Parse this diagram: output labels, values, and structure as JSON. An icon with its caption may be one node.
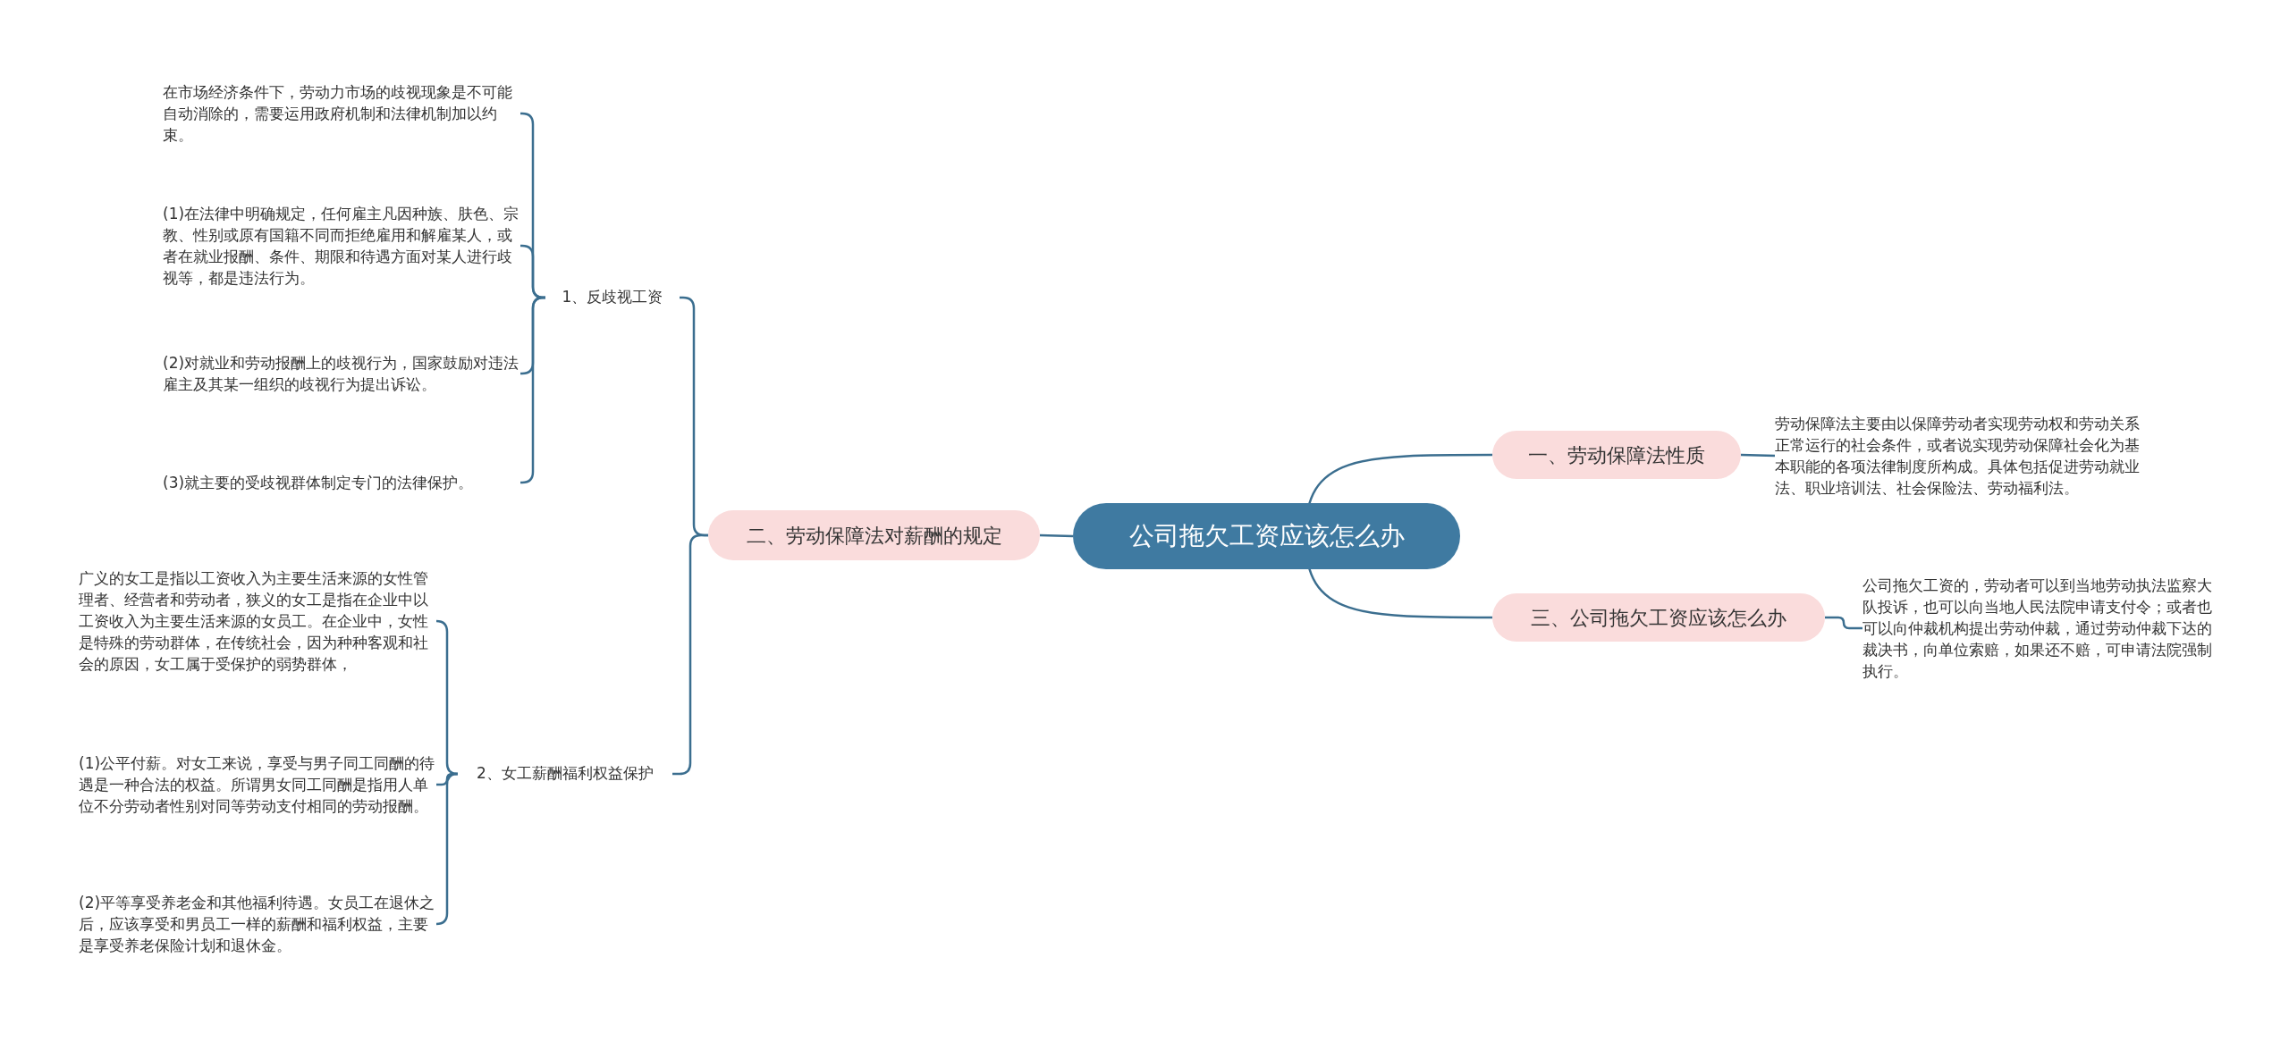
{
  "diagram": {
    "nodes": [
      {
        "text": [
          "公司拖欠工资应该怎么办"
        ]
      },
      {
        "text": [
          "一、劳动保障法性质"
        ]
      },
      {
        "text": [
          "劳动保障法主要由以保障劳动者实现劳动权和劳动关系正常运行的社会条件，或者说实现劳动保障社会化为基本职能的各项法律制度所构成。具体包括促进劳动就业法、职业培训法、社会保险法、劳动福利法。"
        ]
      },
      {
        "text": [
          "三、公司拖欠工资应该怎么办"
        ]
      },
      {
        "text": [
          "公司拖欠工资的，劳动者可以到当地劳动执法监察大队投诉，也可以向当地人民法院申请支付令；或者也可以向仲裁机构提出劳动仲裁，通过劳动仲裁下达的裁决书，向单位索赔，如果还不赔，可申请法院强制执行。"
        ]
      },
      {
        "text": [
          "二、劳动保障法对薪酬的规定"
        ]
      },
      {
        "text": [
          "1、反歧视工资"
        ]
      },
      {
        "text": [
          "在市场经济条件下，劳动力市场的歧视现象是不可能自动消除的，需要运用政府机制和法律机制加以约束。"
        ]
      },
      {
        "text": [
          "(1)在法律中明确规定，任何雇主凡因种族、肤色、宗教、性别或原有国籍不同而拒绝雇用和解雇某人，或者在就业报酬、条件、期限和待遇方面对某人进行歧视等，都是违法行为。"
        ]
      },
      {
        "text": [
          "(2)对就业和劳动报酬上的歧视行为，国家鼓励对违法雇主及其某一组织的歧视行为提出诉讼。"
        ]
      },
      {
        "text": [
          "(3)就主要的受歧视群体制定专门的法律保护。"
        ]
      },
      {
        "text": [
          "2、女工薪酬福利权益保护"
        ]
      },
      {
        "text": [
          "广义的女工是指以工资收入为主要生活来源的女性管理者、经营者和劳动者，狭义的女工是指在企业中以工资收入为主要生活来源的女员工。在企业中，女性是特殊的劳动群体，在传统社会，因为种种客观和社会的原因，女工属于受保护的弱势群体，"
        ]
      },
      {
        "text": [
          "(1)公平付薪。对女工来说，享受与男子同工同酬的待遇是一种合法的权益。所谓男女同工同酬是指用人单位不分劳动者性别对同等劳动支付相同的劳动报酬。"
        ]
      },
      {
        "text": [
          "(2)平等享受养老金和其他福利待遇。女员工在退休之后，应该享受和男员工一样的薪酬和福利权益，主要是享受养老保险计划和退休金。"
        ]
      }
    ],
    "edges": [
      {
        "from": 0,
        "to": 1,
        "arrow": "none"
      },
      {
        "from": 1,
        "to": 2,
        "arrow": "none"
      },
      {
        "from": 0,
        "to": 3,
        "arrow": "none"
      },
      {
        "from": 3,
        "to": 4,
        "arrow": "none"
      },
      {
        "from": 0,
        "to": 5,
        "arrow": "none"
      },
      {
        "from": 5,
        "to": 6,
        "arrow": "none"
      },
      {
        "from": 6,
        "to": 7,
        "arrow": "none"
      },
      {
        "from": 6,
        "to": 8,
        "arrow": "none"
      },
      {
        "from": 6,
        "to": 9,
        "arrow": "none"
      },
      {
        "from": 6,
        "to": 10,
        "arrow": "none"
      },
      {
        "from": 5,
        "to": 11,
        "arrow": "none"
      },
      {
        "from": 11,
        "to": 12,
        "arrow": "none"
      },
      {
        "from": 11,
        "to": 13,
        "arrow": "none"
      },
      {
        "from": 11,
        "to": 14,
        "arrow": "none"
      }
    ]
  }
}
